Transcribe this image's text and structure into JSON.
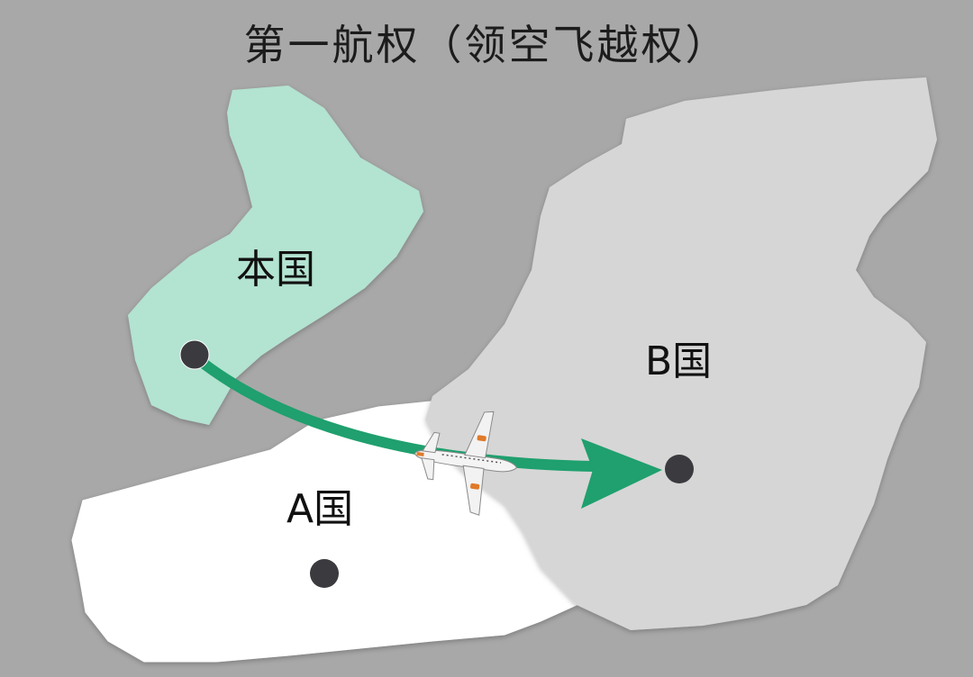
{
  "title": "第一航权（领空飞越权）",
  "countries": {
    "home": {
      "label": "本国",
      "color": "#b3e3d1"
    },
    "a": {
      "label": "A国",
      "color": "#ffffff"
    },
    "b": {
      "label": "B国",
      "color": "#d6d6d6"
    }
  },
  "colors": {
    "background": "#a8a8a8",
    "arrow": "#1fa06e",
    "dot": "#3b3b3f"
  },
  "icons": [
    "airplane-icon"
  ]
}
